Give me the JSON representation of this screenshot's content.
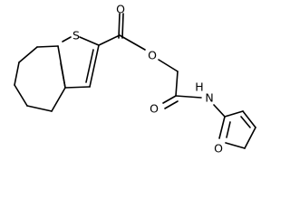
{
  "molecule": {
    "atoms": {
      "thiophene_s": "S",
      "ester_o": "O",
      "ester_carbonyl_o": "O",
      "amide_carbonyl_o": "O",
      "amide_n": "N",
      "amide_h": "H",
      "furan_o": "O"
    }
  },
  "colors": {
    "bond": "#000000",
    "text": "#000000",
    "background": "#ffffff"
  }
}
